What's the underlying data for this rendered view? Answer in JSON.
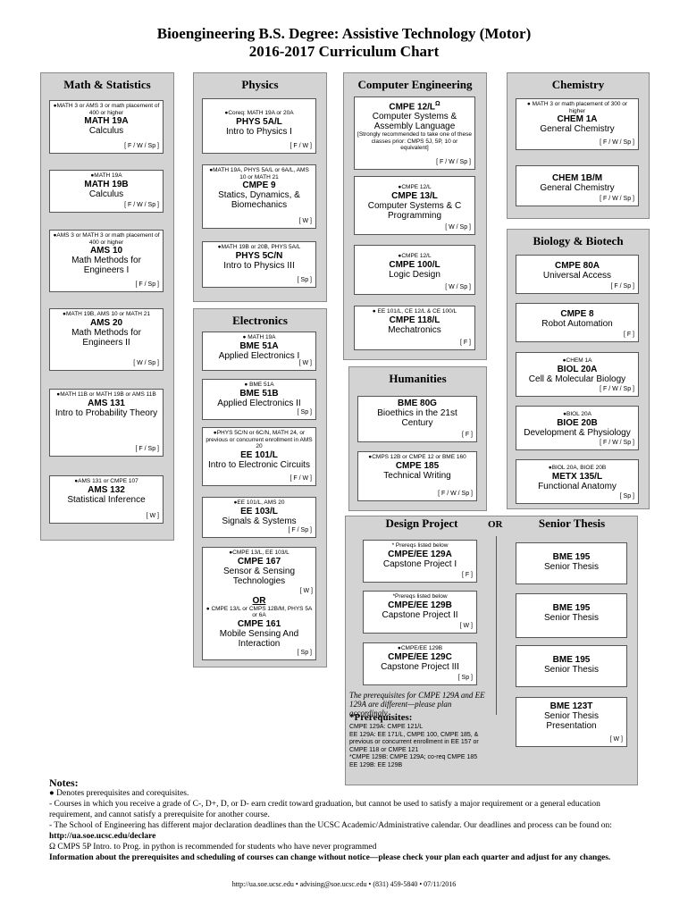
{
  "title": {
    "line1": "Bioengineering B.S. Degree: Assistive Technology (Motor)",
    "line2": "2016-2017 Curriculum Chart"
  },
  "panels": {
    "math": "Math & Statistics",
    "physics": "Physics",
    "cs": "Computer Engineering",
    "chem": "Chemistry",
    "bio": "Biology & Biotech",
    "elec": "Electronics",
    "hum": "Humanities",
    "design": "Design Project",
    "senior": "Senior Thesis",
    "or": "OR"
  },
  "courses": {
    "math19a": {
      "pre": "●MATH 3 or AMS 3 or math placement of 400 or higher",
      "code": "MATH 19A",
      "name": "Calculus",
      "q": "[ F / W / Sp ]"
    },
    "math19b": {
      "pre": "●MATH 19A",
      "code": "MATH 19B",
      "name": "Calculus",
      "q": "[ F / W / Sp ]"
    },
    "ams10": {
      "pre": "●AMS 3 or MATH 3 or math placement of 400 or higher",
      "code": "AMS 10",
      "name": "Math Methods for Engineers I",
      "q": "[ F / Sp ]"
    },
    "ams20": {
      "pre": "●MATH 19B, AMS 10 or MATH 21",
      "code": "AMS 20",
      "name": "Math Methods for Engineers II",
      "q": "[ W / Sp ]"
    },
    "ams131": {
      "pre": "●MATH 11B or MATH 19B or AMS 11B",
      "code": "AMS 131",
      "name": "Intro to Probability Theory",
      "q": "[ F / Sp ]"
    },
    "ams132": {
      "pre": "●AMS 131 or CMPE 107",
      "code": "AMS 132",
      "name": "Statistical Inference",
      "q": "[ W ]"
    },
    "phys5a": {
      "pre": "●Coreq: MATH 19A or 20A",
      "code": "PHYS 5A/L",
      "name": "Intro to Physics I",
      "q": "[ F / W ]"
    },
    "cmpe9": {
      "pre": "●MATH 19A, PHYS 5A/L or 6A/L, AMS 10 or MATH 21",
      "code": "CMPE 9",
      "name": "Statics, Dynamics, & Biomechanics",
      "q": "[ W ]"
    },
    "phys5c": {
      "pre": "●MATH 19B or 20B, PHYS 5A/L",
      "code": "PHYS 5C/N",
      "name": "Intro to Physics III",
      "q": "[ Sp ]"
    },
    "bme51a": {
      "pre": "● MATH 19A",
      "code": "BME 51A",
      "name": "Applied Electronics I",
      "q": "[ W ]"
    },
    "bme51b": {
      "pre": "● BME 51A",
      "code": "BME 51B",
      "name": "Applied Electronics II",
      "q": "[ Sp ]"
    },
    "ee101": {
      "pre": "●PHYS 5C/N or 6C/N, MATH 24, or previous or concurrent enrollment in AMS 20",
      "code": "EE 101/L",
      "name": "Intro to Electronic Circuits",
      "q": "[ F / W ]"
    },
    "ee103": {
      "pre": "●EE 101/L, AMS 20",
      "code": "EE 103/L",
      "name": "Signals & Systems",
      "q": "[ F / Sp ]"
    },
    "cmpe167": {
      "pre": "●CMPE 13/L, EE 103/L",
      "code": "CMPE 167",
      "name": "Sensor & Sensing Technologies",
      "q": "[ W ]",
      "or": "OR",
      "pre2": "● CMPE 13/L or CMPS 12B/M, PHYS 5A or 6A",
      "code2": "CMPE 161",
      "name2": "Mobile Sensing And Interaction",
      "q2": "[ Sp ]"
    },
    "cmpe12": {
      "code": "CMPE 12/L",
      "sup": "Ω",
      "name": "Computer Systems & Assembly Language",
      "pre": "[Strongly recommended to take one of these classes prior: CMPS 5J, 5P, 10 or equivalent]",
      "q": "[ F / W / Sp ]"
    },
    "cmpe13": {
      "pre": "●CMPE 12/L",
      "code": "CMPE 13/L",
      "name": "Computer Systems & C Programming",
      "q": "[ W / Sp ]"
    },
    "cmpe100": {
      "pre": "●CMPE 12/L",
      "code": "CMPE 100/L",
      "name": "Logic Design",
      "q": "[ W / Sp ]"
    },
    "cmpe118": {
      "pre": "● EE 101/L, CE 12/L & CE 100/L",
      "code": "CMPE 118/L",
      "name": "Mechatronics",
      "q": "[ F ]"
    },
    "chem1a": {
      "pre": "● MATH 3 or math placement of 300 or higher",
      "code": "CHEM 1A",
      "name": "General Chemistry",
      "q": "[ F / W / Sp ]"
    },
    "chem1b": {
      "code": "CHEM 1B/M",
      "name": "General Chemistry",
      "q": "[ F / W / Sp ]"
    },
    "cmpe80a": {
      "code": "CMPE 80A",
      "name": "Universal Access",
      "q": "[ F / Sp ]"
    },
    "cmpe8": {
      "code": "CMPE 8",
      "name": "Robot Automation",
      "q": "[ F ]"
    },
    "biol20a": {
      "pre": "●CHEM 1A",
      "code": "BIOL 20A",
      "name": "Cell & Molecular Biology",
      "q": "[ F / W / Sp ]"
    },
    "bioe20b": {
      "pre": "●BIOL 20A",
      "code": "BIOE 20B",
      "name": "Development & Physiology",
      "q": "[ F / W / Sp ]"
    },
    "metx135": {
      "pre": "●BIOL 20A, BIOE 20B",
      "code": "METX 135/L",
      "name": "Functional Anatomy",
      "q": "[ Sp ]"
    },
    "bme80g": {
      "code": "BME 80G",
      "name": "Bioethics in the 21st Century",
      "q": "[ F ]"
    },
    "cmpe185": {
      "pre": "●CMPS 12B or CMPE 12 or BME 160",
      "code": "CMPE 185",
      "name": "Technical Writing",
      "q": "[ F / W / Sp ]"
    },
    "cmpe129a": {
      "pre": "* Prereqs listed below",
      "code": "CMPE/EE 129A",
      "name": "Capstone Project I",
      "q": "[ F ]"
    },
    "cmpe129b": {
      "pre": "*Prereqs listed below",
      "code": "CMPE/EE 129B",
      "name": "Capstone Project II",
      "q": "[ W ]"
    },
    "cmpe129c": {
      "pre": "●CMPE/EE 129B",
      "code": "CMPE/EE 129C",
      "name": "Capstone Project III",
      "q": "[ Sp ]"
    },
    "bme195a": {
      "code": "BME 195",
      "name": "Senior Thesis"
    },
    "bme195b": {
      "code": "BME 195",
      "name": "Senior Thesis"
    },
    "bme195c": {
      "code": "BME 195",
      "name": "Senior Thesis"
    },
    "bme123t": {
      "code": "BME 123T",
      "name": "Senior Thesis Presentation",
      "q": "[ W ]"
    }
  },
  "design_note": {
    "italic": "The prerequisites for CMPE 129A and EE 129A are different—please plan accordingly.",
    "heading": "*Prerequisites:",
    "l1": "CMPE 129A: CMPE 121/L",
    "l2": "EE 129A: EE 171/L, CMPE 100, CMPE 185, & previous or concurrent enrollment in EE 157 or CMPE 118 or CMPE 121",
    "l3": "*CMPE 129B: CMPE 129A; co-req CMPE 185",
    "l4": "EE 129B: EE 129B"
  },
  "notes": {
    "heading": "Notes:",
    "n1": "●       Denotes prerequisites and corequisites.",
    "n2": "-       Courses in which you receive a grade of C-, D+, D, or D- earn credit toward graduation, but cannot be used to satisfy a major requirement or a general education requirement, and cannot satisfy a prerequisite for another course.",
    "n3": "-       The School of Engineering has different major declaration deadlines than the UCSC Academic/Administrative calendar. Our deadlines and process can be found on: ",
    "n3link": "http://ua.soe.ucsc.edu/declare",
    "n4": "Ω       CMPS 5P Intro. to Prog. in python is recommended for students who have never programmed",
    "n5": "Information about the prerequisites and scheduling of courses can change without notice—please check your plan each quarter and adjust for any changes."
  },
  "footer": "http://ua.soe.ucsc.edu • advising@soe.ucsc.edu • (831) 459-5840 • 07/11/2016"
}
